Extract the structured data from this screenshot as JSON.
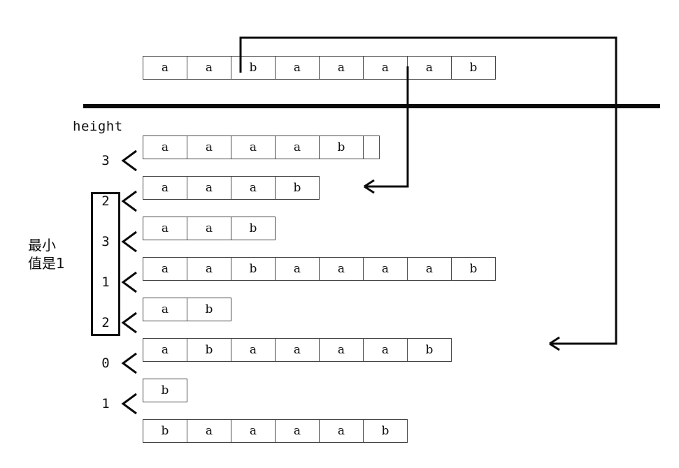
{
  "diagram": {
    "title_label": "height",
    "min_note_line1": "最小",
    "min_note_line2": "值是1",
    "stroke_color": "#111111",
    "cell_border_color": "#444444",
    "background": "#ffffff"
  },
  "top_row": {
    "name": "full-string",
    "cells": [
      "a",
      "a",
      "b",
      "a",
      "a",
      "a",
      "a",
      "b"
    ]
  },
  "suffix_rows": [
    {
      "index": 0,
      "cells": [
        "a",
        "a",
        "a",
        "a",
        "b",
        ""
      ]
    },
    {
      "index": 1,
      "cells": [
        "a",
        "a",
        "a",
        "b"
      ]
    },
    {
      "index": 2,
      "cells": [
        "a",
        "a",
        "b"
      ]
    },
    {
      "index": 3,
      "cells": [
        "a",
        "a",
        "b",
        "a",
        "a",
        "a",
        "a",
        "b"
      ]
    },
    {
      "index": 4,
      "cells": [
        "a",
        "b"
      ]
    },
    {
      "index": 5,
      "cells": [
        "a",
        "b",
        "a",
        "a",
        "a",
        "a",
        "b"
      ]
    },
    {
      "index": 6,
      "cells": [
        "b"
      ]
    },
    {
      "index": 7,
      "cells": [
        "b",
        "a",
        "a",
        "a",
        "a",
        "b"
      ]
    }
  ],
  "heights": [
    {
      "value": "3",
      "boxed": false
    },
    {
      "value": "2",
      "boxed": true
    },
    {
      "value": "3",
      "boxed": true
    },
    {
      "value": "1",
      "boxed": true
    },
    {
      "value": "2",
      "boxed": true
    },
    {
      "value": "0",
      "boxed": false
    },
    {
      "value": "1",
      "boxed": false
    }
  ]
}
